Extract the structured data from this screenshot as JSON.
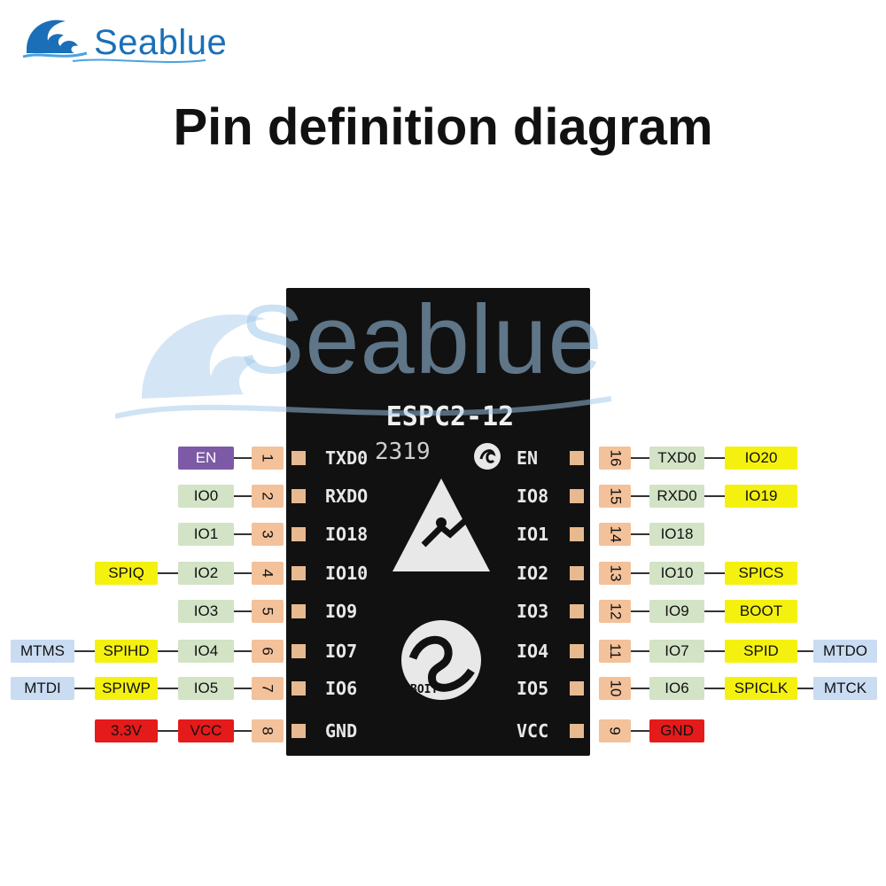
{
  "brand": {
    "name": "Seablue",
    "watermark": "Seablue"
  },
  "title": "Pin definition diagram",
  "chip": {
    "model": "ESPC2-12",
    "date": "2319",
    "left_labels": [
      "TXD0",
      "RXDO",
      "IO18",
      "IO10",
      "IO9",
      "IO7",
      "IO6",
      "GND"
    ],
    "right_labels": [
      "EN",
      "IO8",
      "IO1",
      "IO2",
      "IO3",
      "IO4",
      "IO5",
      "VCC"
    ],
    "logo_text": "BOIT"
  },
  "left_pins": [
    {
      "num": "1",
      "name": "EN",
      "alt": []
    },
    {
      "num": "2",
      "name": "IO0",
      "alt": []
    },
    {
      "num": "3",
      "name": "IO1",
      "alt": []
    },
    {
      "num": "4",
      "name": "IO2",
      "alt": [
        "SPIQ"
      ]
    },
    {
      "num": "5",
      "name": "IO3",
      "alt": []
    },
    {
      "num": "6",
      "name": "IO4",
      "alt": [
        "SPIHD",
        "MTMS"
      ]
    },
    {
      "num": "7",
      "name": "IO5",
      "alt": [
        "SPIWP",
        "MTDI"
      ]
    },
    {
      "num": "8",
      "name": "VCC",
      "alt": [
        "3.3V"
      ]
    }
  ],
  "right_pins": [
    {
      "num": "16",
      "name": "TXD0",
      "alt": [
        "IO20"
      ]
    },
    {
      "num": "15",
      "name": "RXD0",
      "alt": [
        "IO19"
      ]
    },
    {
      "num": "14",
      "name": "IO18",
      "alt": []
    },
    {
      "num": "13",
      "name": "IO10",
      "alt": [
        "SPICS"
      ]
    },
    {
      "num": "12",
      "name": "IO9",
      "alt": [
        "BOOT"
      ]
    },
    {
      "num": "11",
      "name": "IO7",
      "alt": [
        "SPID",
        "MTDO"
      ]
    },
    {
      "num": "10",
      "name": "IO6",
      "alt": [
        "SPICLK",
        "MTCK"
      ]
    },
    {
      "num": "9",
      "name": "GND",
      "alt": []
    }
  ],
  "colors": {
    "pin_number": "#f3c19a",
    "gpio": "#d3e3c6",
    "function": "#f5f10f",
    "jtag": "#c9dcf2",
    "power": "#e51a1a",
    "enable": "#7c5aa6"
  }
}
